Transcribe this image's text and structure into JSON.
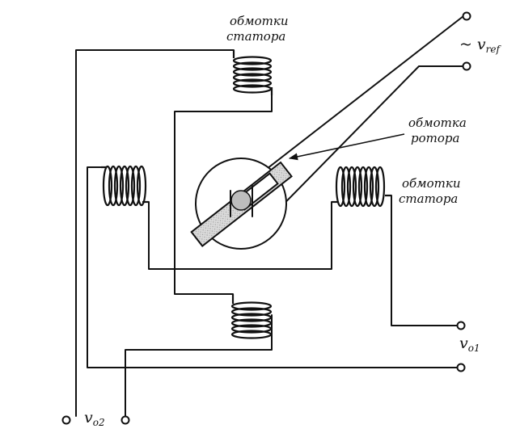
{
  "labels": {
    "stator_top_line1": "обмотки",
    "stator_top_line2": "статора",
    "stator_right_line1": "обмотки",
    "stator_right_line2": "статора",
    "rotor_line1": "обмотка",
    "rotor_line2": "ротора",
    "ref_tilde": "~",
    "ref_var": "v",
    "ref_sub": "ref",
    "o1_var": "v",
    "o1_sub": "o1",
    "o2_var": "v",
    "o2_sub": "o2"
  },
  "colors": {
    "line": "#111111",
    "rotor_fill": "#d8d8d8",
    "shaft_fill": "#bdbdbd"
  }
}
